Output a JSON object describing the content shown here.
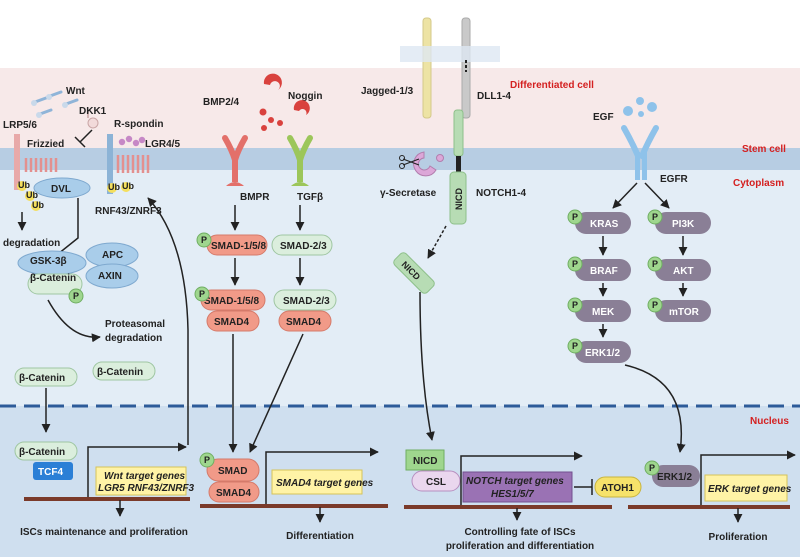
{
  "zones": {
    "differentiated_cell": "Differentiated cell",
    "stem_cell": "Stem cell",
    "cytoplasm": "Cytoplasm",
    "nucleus": "Nucleus"
  },
  "colors": {
    "stem_band": "#f7e9e9",
    "cytoplasm": "#e3edf6",
    "nucleus": "#cfdfef",
    "membrane": "#b7cde3",
    "zone_label": "#d42020",
    "dna": "#7a3a2a",
    "smad_red": "#f19a88",
    "smad_green": "#dbeedd",
    "dvl_blue": "#a9cdea",
    "kinase": "#8a7f96",
    "phospho": "#9fd68e",
    "gene_box": "#fff3a6",
    "notch_gene_box": "#9a72b4",
    "tcf4": "#2b7fd6"
  },
  "wnt": {
    "wnt": "Wnt",
    "dkk1": "DKK1",
    "lrp": "LRP5/6",
    "frizzled": "Frizzied",
    "rspondin": "R-spondin",
    "lgr": "LGR4/5",
    "dvl": "DVL",
    "ub": "Ub",
    "rnf": "RNF43/ZNRF3",
    "degradation": "degradation",
    "gsk": "GSK-3β",
    "apc": "APC",
    "axin": "AXIN",
    "bcat": "β-Catenin",
    "p": "P",
    "proteasomal1": "Proteasomal",
    "proteasomal2": "degradation",
    "bcat_free1": "β-Catenin",
    "bcat_free2": "β-Catenin",
    "bcat_nuc": "β-Catenin",
    "tcf4": "TCF4",
    "genes1": "Wnt target genes",
    "genes2": "LGR5 RNF43/ZNRF3",
    "outcome": "ISCs maintenance and proliferation"
  },
  "bmp": {
    "bmp": "BMP2/4",
    "noggin": "Noggin",
    "bmpr": "BMPR",
    "tgfb": "TGFβ",
    "smad158a": "SMAD-1/5/8",
    "smad23a": "SMAD-2/3",
    "smad158b": "SMAD-1/5/8",
    "smad4a": "SMAD4",
    "smad23b": "SMAD-2/3",
    "smad4b": "SMAD4",
    "smad_nuc": "SMAD",
    "smad4_nuc": "SMAD4",
    "genes": "SMAD4 target genes",
    "outcome": "Differentiation"
  },
  "notch": {
    "jagged": "Jagged-1/3",
    "dll": "DLL1-4",
    "gsec": "γ-Secretase",
    "nicd_mem": "NICD",
    "notch": "NOTCH1-4",
    "nicd_free": "NICD",
    "nicd_nuc": "NICD",
    "csl": "CSL",
    "genes1": "NOTCH target genes",
    "genes2": "HES1/5/7",
    "atoh": "ATOH1",
    "outcome1": "Controlling fate of ISCs",
    "outcome2": "proliferation and differentiation"
  },
  "egf": {
    "egf": "EGF",
    "egfr": "EGFR",
    "kras": "KRAS",
    "braf": "BRAF",
    "mek": "MEK",
    "erk": "ERK1/2",
    "pi3k": "PI3K",
    "akt": "AKT",
    "mtor": "mTOR",
    "erk_nuc": "ERK1/2",
    "genes": "ERK target genes",
    "outcome": "Proliferation"
  }
}
